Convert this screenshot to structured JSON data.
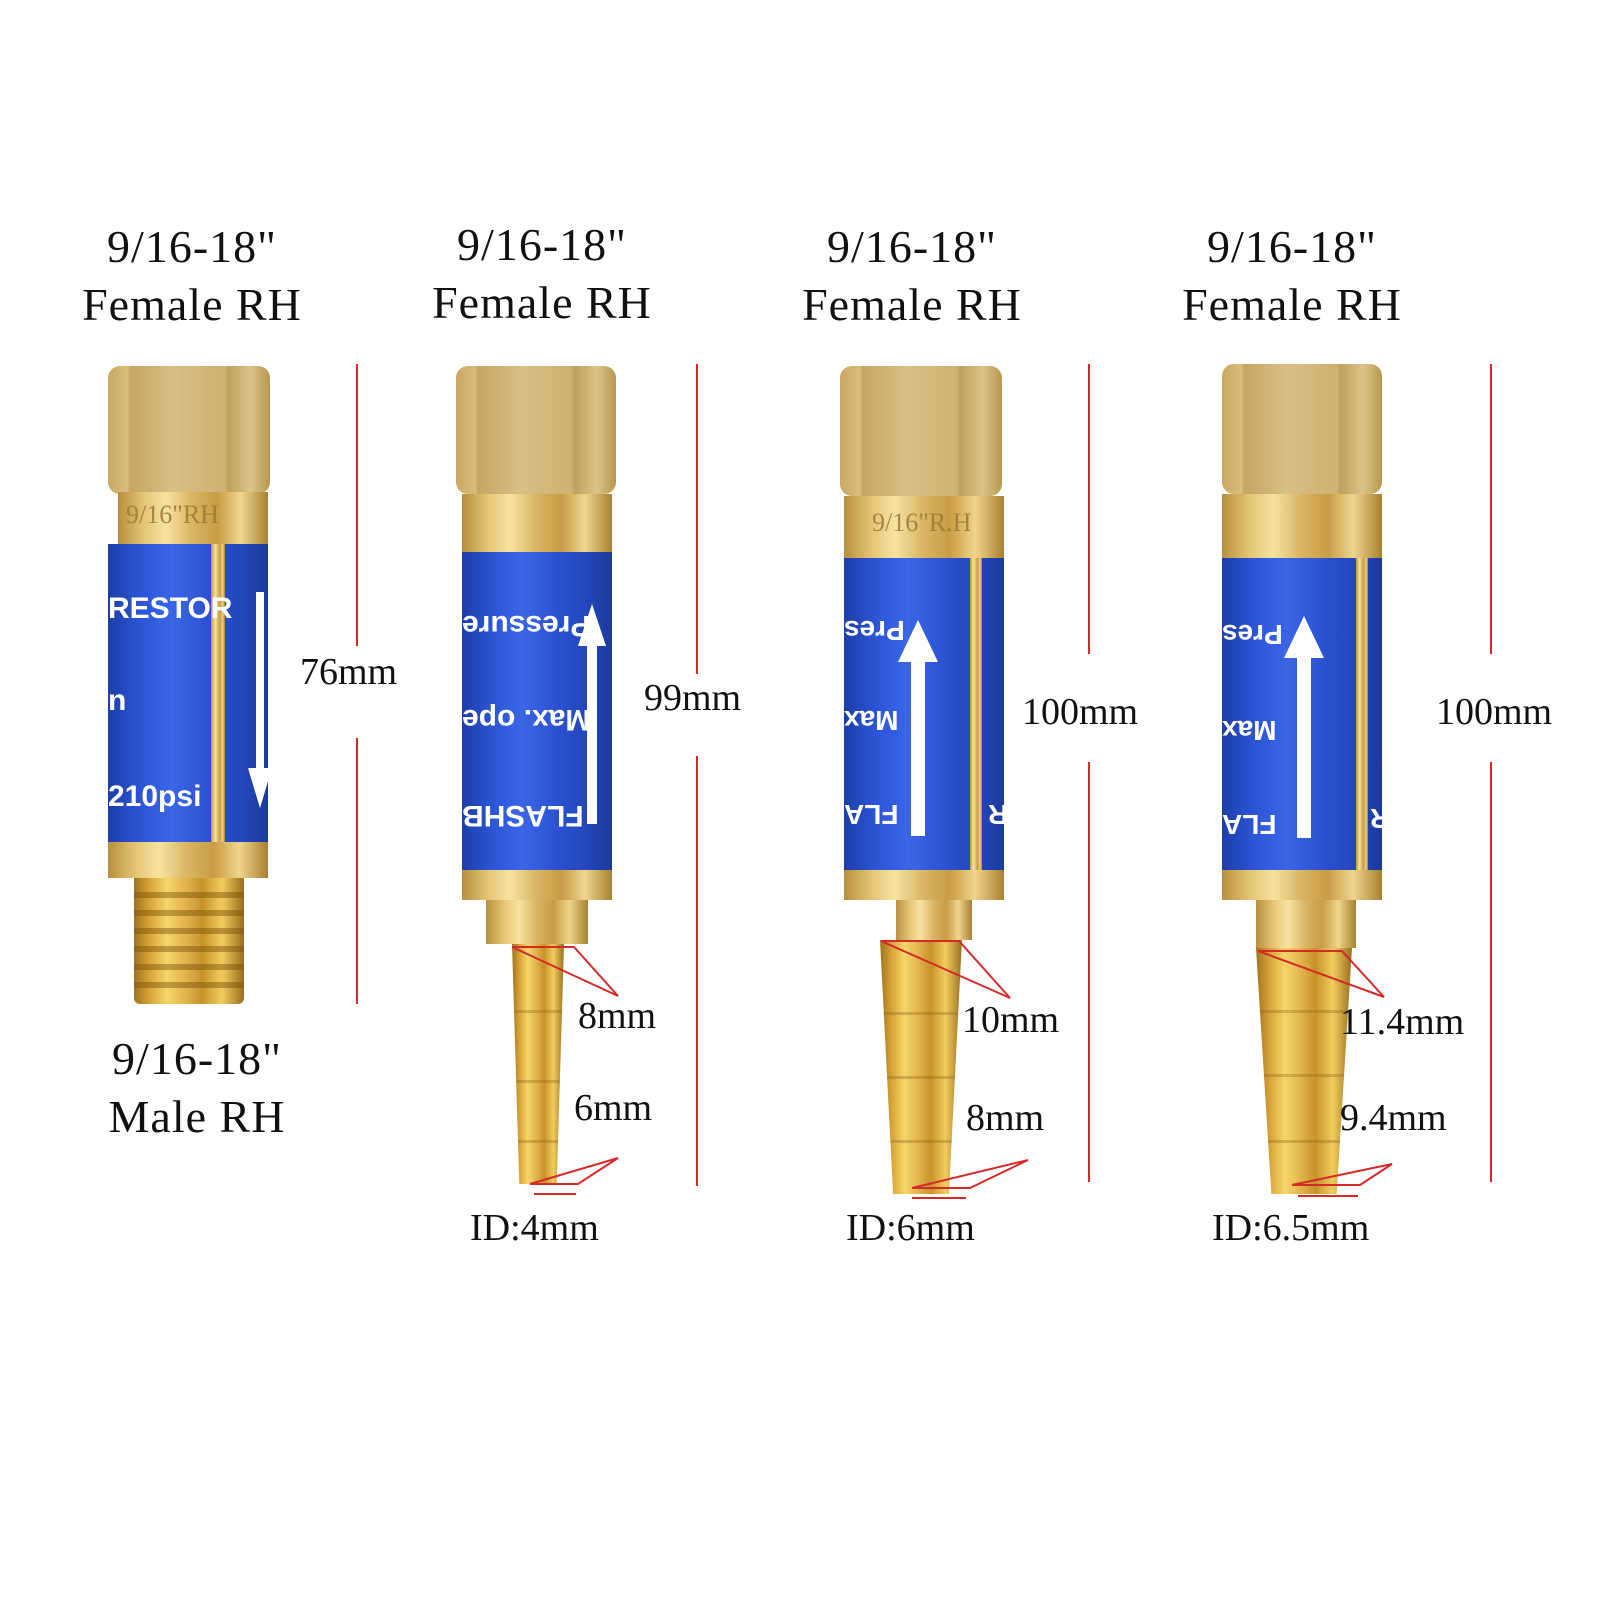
{
  "colors": {
    "background": "#ffffff",
    "dimension_line": "#d42a2a",
    "label_blue": "#2c55d6",
    "brass": "#e0b24a",
    "text": "#111111"
  },
  "products": [
    {
      "top_label": {
        "line1": "9/16-18\"",
        "line2": "Female RH"
      },
      "length": "76mm",
      "bottom_label": {
        "line1": "9/16-18\"",
        "line2": "Male RH"
      },
      "label_text": {
        "line_a": "RESTOR",
        "line_b": "n",
        "line_c": "210psi"
      },
      "engraving": "9/16\"RH",
      "arrow_direction": "down"
    },
    {
      "top_label": {
        "line1": "9/16-18\"",
        "line2": "Female RH"
      },
      "length": "99mm",
      "barb_outer": "8mm",
      "barb_tip": "6mm",
      "inner_diameter": "ID:4mm",
      "label_text": {
        "line_a": "Pressure",
        "line_b": "Max. ope",
        "line_c": "FLASHB"
      },
      "arrow_direction": "up"
    },
    {
      "top_label": {
        "line1": "9/16-18\"",
        "line2": "Female RH"
      },
      "length": "100mm",
      "barb_outer": "10mm",
      "barb_tip": "8mm",
      "inner_diameter": "ID:6mm",
      "label_text": {
        "line_a": "Pres",
        "line_b": "Max",
        "line_c": "FLA",
        "line_d": "R"
      },
      "engraving": "9/16\"R.H",
      "arrow_direction": "up"
    },
    {
      "top_label": {
        "line1": "9/16-18\"",
        "line2": "Female RH"
      },
      "length": "100mm",
      "barb_outer": "11.4mm",
      "barb_tip": "9.4mm",
      "inner_diameter": "ID:6.5mm",
      "label_text": {
        "line_a": "Pres",
        "line_b": "Max",
        "line_c": "FLA",
        "line_d": "R"
      },
      "arrow_direction": "up"
    }
  ]
}
